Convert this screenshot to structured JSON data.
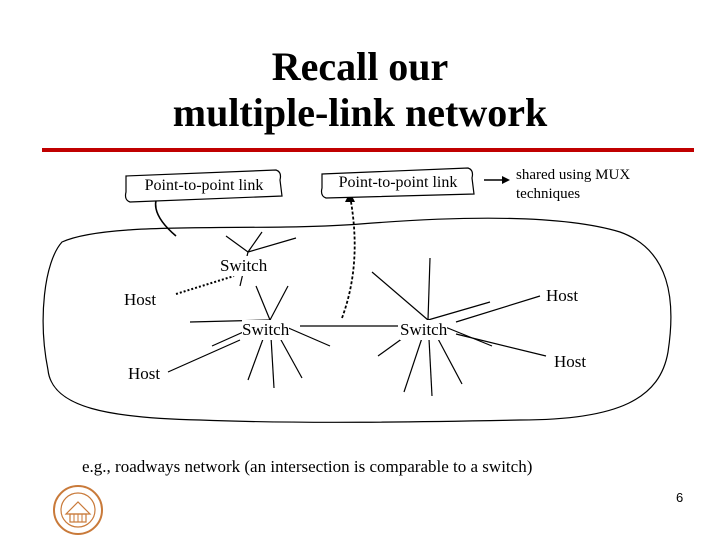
{
  "slide": {
    "title_line1": "Recall our",
    "title_line2": "multiple-link network",
    "page_number": "6"
  },
  "diagram": {
    "scroll_left": "Point-to-point link",
    "scroll_right": "Point-to-point link",
    "mux_note_line1": "shared using MUX",
    "mux_note_line2": "techniques",
    "switch_top": "Switch",
    "switch_left": "Switch",
    "switch_right": "Switch",
    "host_left_upper": "Host",
    "host_right_upper": "Host",
    "host_left_lower": "Host",
    "host_right_lower": "Host"
  },
  "caption": "e.g., roadways network (an intersection is comparable to a switch)",
  "colors": {
    "accent_rule": "#c00000",
    "logo": "#c97a3a"
  },
  "logo_icon": "university-seal-icon"
}
